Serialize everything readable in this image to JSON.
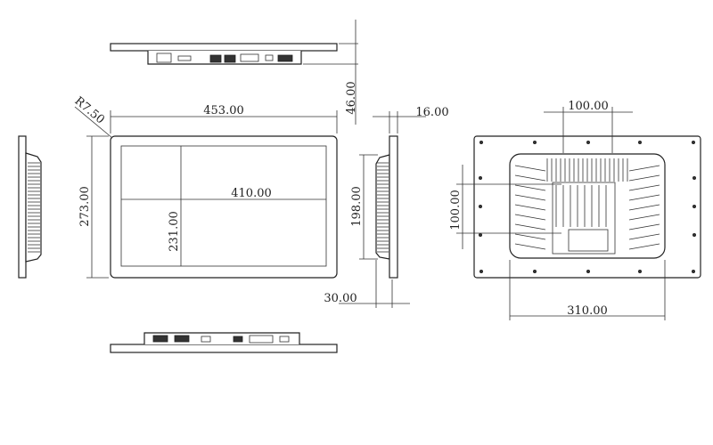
{
  "drawing": {
    "dimensions": {
      "frame_width": "453.00",
      "screen_width": "410.00",
      "frame_height": "273.00",
      "screen_height": "231.00",
      "corner_radius": "R7.50",
      "side_height": "198.00",
      "top_depth": "46.00",
      "side_thickness": "16.00",
      "side_depth": "30.00",
      "vesa_width": "100.00",
      "vesa_height": "100.00",
      "heatsink_width": "310.00"
    }
  }
}
